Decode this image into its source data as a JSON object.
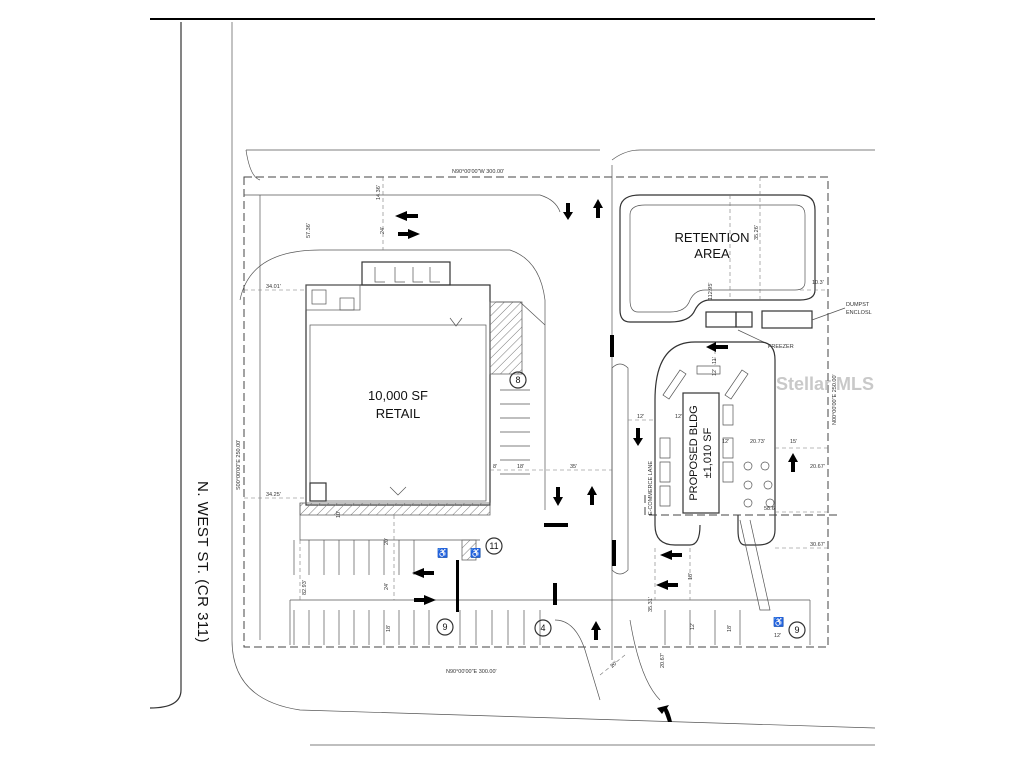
{
  "street_label": "N. WEST ST. (CR 311)",
  "buildings": {
    "retail": {
      "line1": "10,000 SF",
      "line2": "RETAIL"
    },
    "proposed": {
      "line1": "PROPOSED BLDG",
      "line2": "±1,010 SF"
    }
  },
  "retention": {
    "line1": "RETENTION",
    "line2": "AREA"
  },
  "labels": {
    "ecommerce_lane": "E-COMMERCE LANE",
    "freezer": "FREEZER",
    "dumpster_line1": "DUMPST",
    "dumpster_line2": "ENCLOSL",
    "watermark": "Stellar MLS"
  },
  "bearings": {
    "north": "N90°00'00\"W   300.00'",
    "south": "N90°00'00\"E   300.00'",
    "west": "S00°00'00\"E   250.00'",
    "east": "N00°00'00\"E   250.00'"
  },
  "parking_counts": [
    "8",
    "11",
    "9",
    "4",
    "9"
  ],
  "dimensions": {
    "d1": "14.36'",
    "d2": "57.36'",
    "d3": "24'",
    "d4": "34.01'",
    "d5": "34.25'",
    "d6": "10'",
    "d7": "20'",
    "d8": "24'",
    "d9": "82.93'",
    "d10": "18'",
    "d11": "8'",
    "d12": "18'",
    "d13": "35'",
    "d14": "12'",
    "d15": "12'",
    "d16": "12'",
    "d17": "20.73'",
    "d18": "15'",
    "d19": "20.67'",
    "d20": "58.6'",
    "d21": "30.67'",
    "d22": "35.31'",
    "d23": "18'",
    "d24": "12'",
    "d25": "18'",
    "d26": "12'",
    "d27": "20.67'",
    "d28": "20'",
    "d29": "112.95'",
    "d30": "35.26'",
    "d31": "10.3'",
    "d32": "11'",
    "d33": "12'"
  }
}
